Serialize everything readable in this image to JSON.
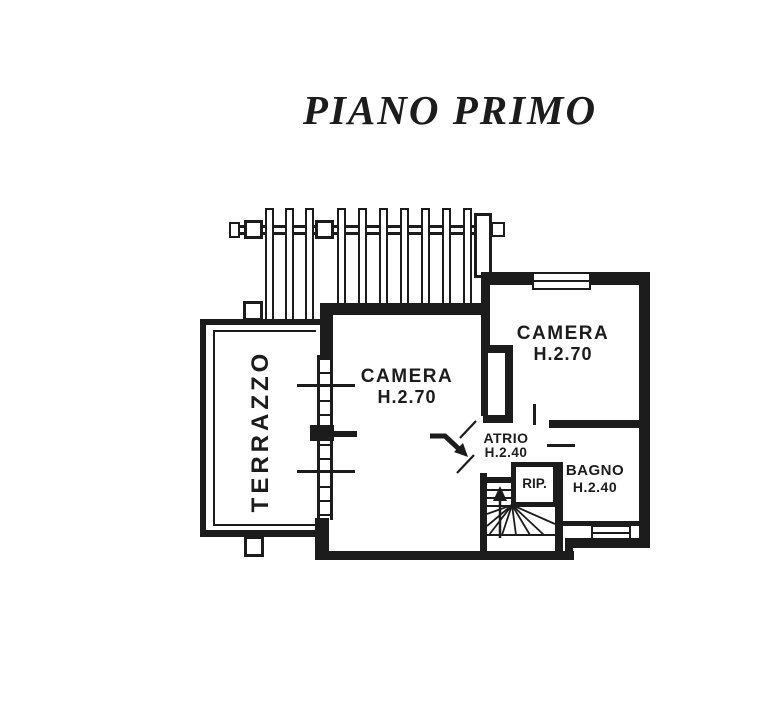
{
  "title": "PIANO PRIMO",
  "ink_color": "#1c1c1c",
  "paper_color": "#ffffff",
  "rooms": {
    "terrazzo": {
      "label": "TERRAZZO"
    },
    "camera_center": {
      "label": "CAMERA",
      "height": "H.2.70"
    },
    "camera_right": {
      "label": "CAMERA",
      "height": "H.2.70"
    },
    "atrio": {
      "label": "ATRIO",
      "height": "H.2.40"
    },
    "rip": {
      "label": "RIP."
    },
    "bagno": {
      "label": "BAGNO",
      "height": "H.2.40"
    }
  }
}
